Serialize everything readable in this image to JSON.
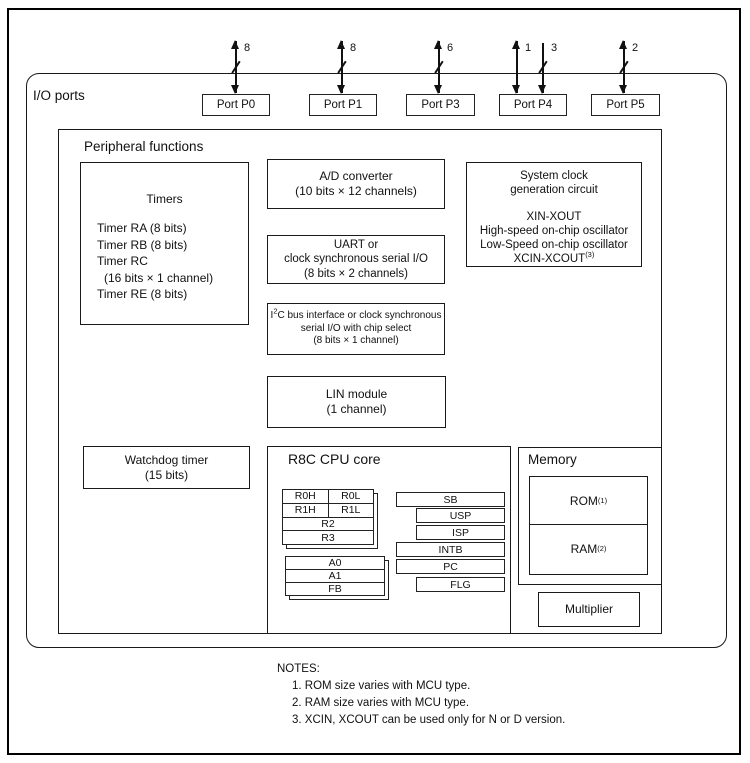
{
  "colors": {
    "line": "#1a1a1a",
    "background": "#ffffff"
  },
  "io_ports_label": "I/O ports",
  "ports": [
    {
      "label": "Port P0"
    },
    {
      "label": "Port P1"
    },
    {
      "label": "Port P3"
    },
    {
      "label": "Port P4"
    },
    {
      "label": "Port P5"
    }
  ],
  "bus_arrows": [
    {
      "width": "8"
    },
    {
      "width": "8"
    },
    {
      "width": "6"
    },
    {
      "width": "1"
    },
    {
      "width": "3"
    },
    {
      "width": "2"
    }
  ],
  "peripheral": {
    "label": "Peripheral functions",
    "timers": {
      "title": "Timers",
      "items": [
        "Timer RA (8 bits)",
        "Timer RB (8 bits)",
        "Timer RC",
        "(16 bits × 1 channel)",
        "Timer RE (8 bits)"
      ]
    },
    "adc": {
      "line1": "A/D converter",
      "line2": "(10 bits × 12 channels)"
    },
    "uart": {
      "line1": "UART or",
      "line2": "clock synchronous serial I/O",
      "line3": "(8 bits × 2 channels)"
    },
    "i2c": {
      "line1_pre": "I",
      "line1_sup": "2",
      "line1_rest": "C bus interface or clock synchronous",
      "line2": "serial I/O with chip select",
      "line3": "(8 bits × 1 channel)"
    },
    "lin": {
      "line1": "LIN module",
      "line2": "(1 channel)"
    },
    "system_clock": {
      "line1": "System clock",
      "line2": "generation circuit",
      "line3": "XIN-XOUT",
      "line4": "High-speed on-chip oscillator",
      "line5": "Low-Speed on-chip oscillator",
      "line6": "XCIN-XCOUT",
      "line6_sup": "(3)"
    },
    "watchdog": {
      "line1": "Watchdog timer",
      "line2": "(15 bits)"
    },
    "cpu": {
      "title": "R8C CPU core",
      "bank1": {
        "r0h": "R0H",
        "r0l": "R0L",
        "r1h": "R1H",
        "r1l": "R1L",
        "r2": "R2",
        "r3": "R3"
      },
      "bank2": {
        "a0": "A0",
        "a1": "A1",
        "fb": "FB"
      },
      "ctrl": {
        "sb": "SB",
        "usp": "USP",
        "isp": "ISP",
        "intb": "INTB",
        "pc": "PC",
        "flg": "FLG"
      }
    },
    "memory": {
      "title": "Memory",
      "rom": "ROM",
      "rom_sup": "(1)",
      "ram": "RAM",
      "ram_sup": "(2)"
    },
    "multiplier": {
      "label": "Multiplier"
    }
  },
  "notes": {
    "title": "NOTES:",
    "items": [
      "1. ROM size varies with MCU type.",
      "2. RAM size varies with MCU type.",
      "3. XCIN, XCOUT can be used only for N or D version."
    ]
  }
}
